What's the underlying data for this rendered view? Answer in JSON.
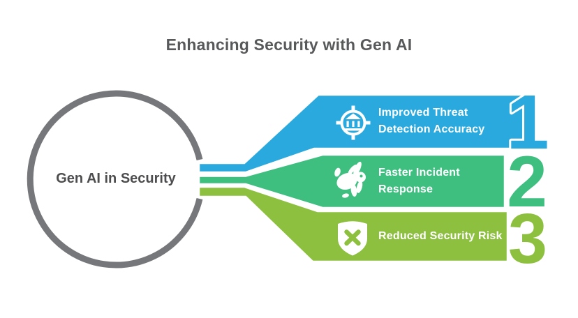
{
  "title": "Enhancing Security with Gen AI",
  "center_circle": {
    "label": "Gen AI in Security"
  },
  "colors": {
    "blue": "#29A9DE",
    "green": "#3EBF80",
    "lime": "#8CC03E",
    "ring_gray": "#76777A",
    "title_text": "#58595B",
    "circle_text": "#4D4D4F",
    "banner_text": "#FFFFFF"
  },
  "items": [
    {
      "number": "1",
      "lines": [
        "Improved Threat",
        "Detection Accuracy"
      ],
      "icon": "target-crosshair-bank-icon",
      "color": "#29A9DE"
    },
    {
      "number": "2",
      "lines": [
        "Faster Incident",
        "Response"
      ],
      "icon": "running-rabbit-icon",
      "color": "#3EBF80"
    },
    {
      "number": "3",
      "lines": [
        "Reduced Security Risk"
      ],
      "icon": "shield-x-icon",
      "color": "#8CC03E"
    }
  ]
}
